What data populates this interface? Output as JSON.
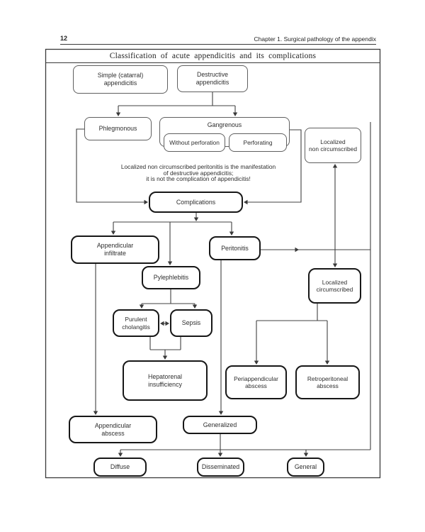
{
  "page": {
    "number": "12",
    "header": "Chapter 1. Surgical pathology of the appendix"
  },
  "diagram": {
    "title": "Classification of acute appendicitis and its complications",
    "note_lines": [
      "Localized non circumscribed peritonitis is the manifestation",
      "of destructive appendicitis;",
      "it is not the complication of appendicitis!"
    ],
    "nodes": {
      "simple": "Simple (catarral)\nappendicitis",
      "destructive": "Destructive\nappendicitis",
      "phlegmonous": "Phlegmonous",
      "gangrenous": "Gangrenous",
      "without_perforation": "Without perforation",
      "perforating": "Perforating",
      "localized_non_circumscribed": "Localized\nnon circumscribed",
      "complications": "Complications",
      "appendicular_infiltrate": "Appendicular\ninfiltrate",
      "peritonitis": "Peritonitis",
      "pylephlebitis": "Pylephlebitis",
      "localized_circumscribed": "Localized\ncircumscribed",
      "purulent_cholangitis": "Purulent\ncholangitis",
      "sepsis": "Sepsis",
      "hepatorenal_insufficiency": "Hepatorenal\ninsufficiency",
      "periappendicular_abscess": "Periappendicular\nabscess",
      "retroperitoneal_abscess": "Retroperitoneal\nabscess",
      "appendicular_abscess": "Appendicular\nabscess",
      "generalized": "Generalized",
      "diffuse": "Diffuse",
      "disseminated": "Disseminated",
      "general": "General"
    },
    "colors": {
      "background": "#ffffff",
      "line": "#404040",
      "border_thin": "#5f5f5f",
      "border_thick": "#171717",
      "text": "#2e2e2e"
    }
  }
}
